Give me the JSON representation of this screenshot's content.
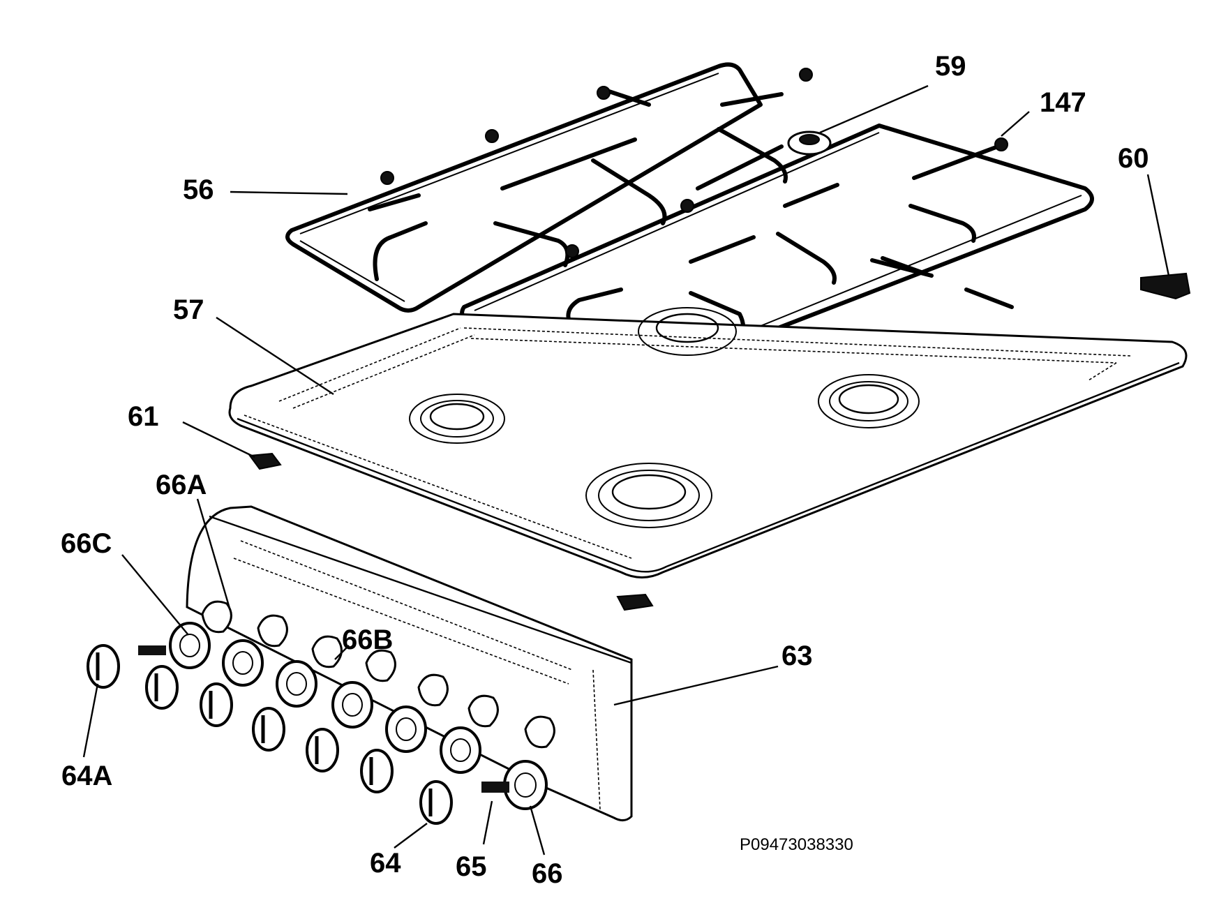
{
  "labels": {
    "l56": "56",
    "l57": "57",
    "l59": "59",
    "l147": "147",
    "l60": "60",
    "l61": "61",
    "l66A": "66A",
    "l66C": "66C",
    "l66B": "66B",
    "l63": "63",
    "l64A": "64A",
    "l64": "64",
    "l65": "65",
    "l66": "66"
  },
  "drawing_code": "P09473038330"
}
